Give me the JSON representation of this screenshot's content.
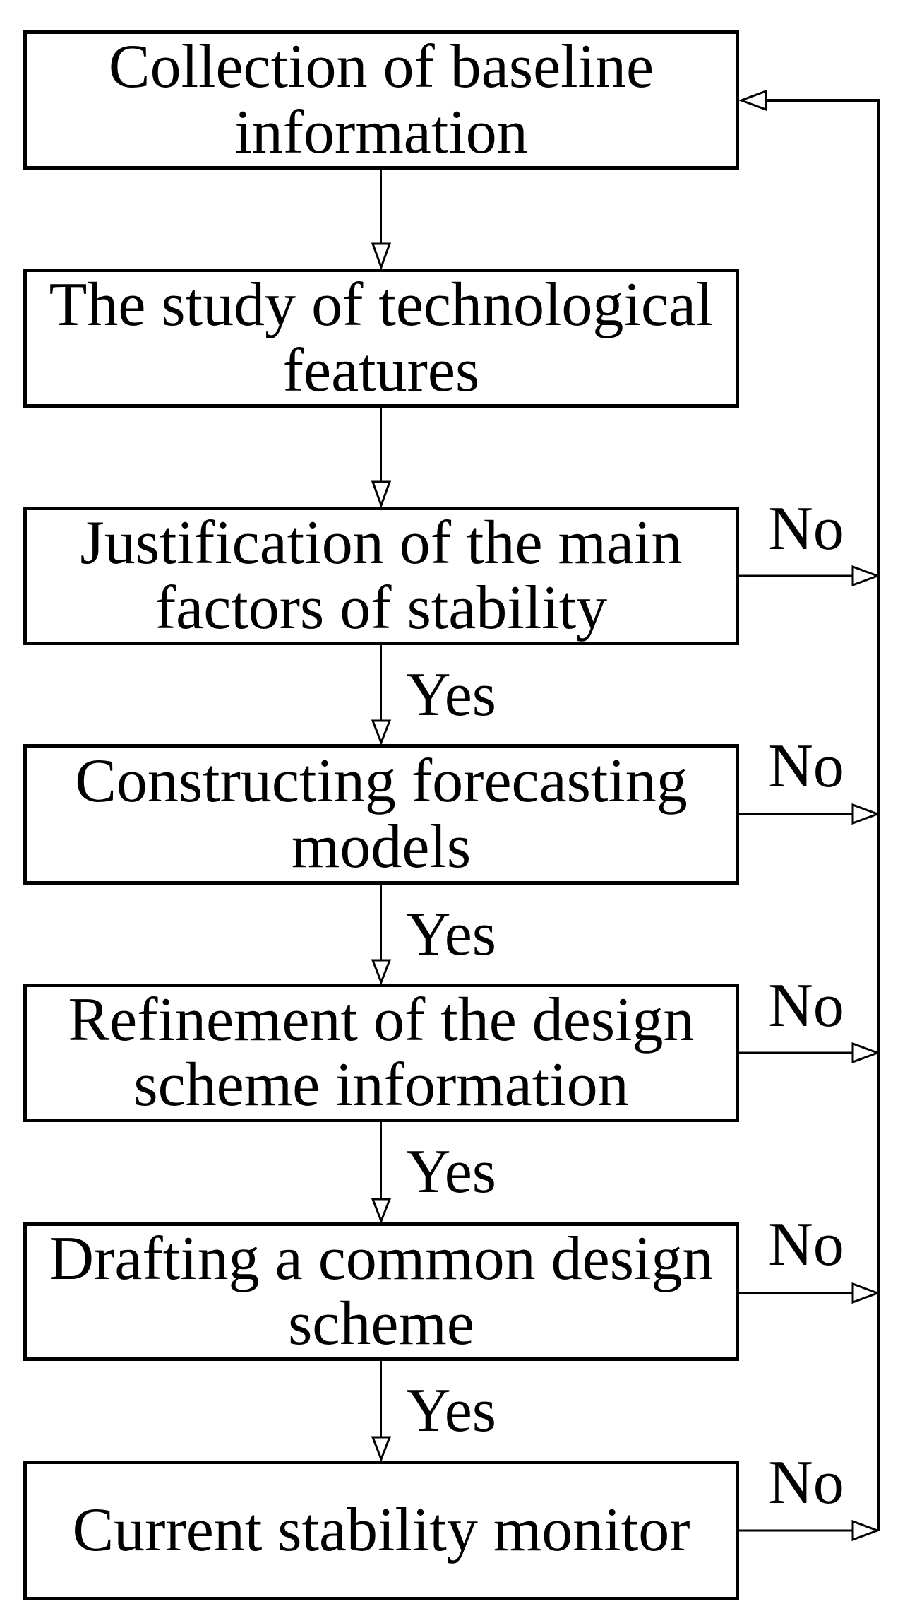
{
  "diagram": {
    "type": "flowchart",
    "colors": {
      "background": "#ffffff",
      "line": "#000000",
      "box_border": "#000000",
      "text": "#000000"
    },
    "labels": {
      "yes": "Yes",
      "no": "No"
    },
    "boxes": [
      {
        "id": "collection-baseline",
        "label": "Collection of baseline information"
      },
      {
        "id": "study-technological",
        "label": "The study of technological features"
      },
      {
        "id": "justification-stability",
        "label": "Justification of the main factors of stability"
      },
      {
        "id": "constructing-forecasting",
        "label": "Constructing forecasting models"
      },
      {
        "id": "refinement-design",
        "label": "Refinement of the design scheme information"
      },
      {
        "id": "drafting-scheme",
        "label": "Drafting a common design scheme"
      },
      {
        "id": "stability-monitor",
        "label": "Current stability monitor"
      }
    ],
    "edges": [
      {
        "from": "collection-baseline",
        "to": "study-technological",
        "label": ""
      },
      {
        "from": "study-technological",
        "to": "justification-stability",
        "label": ""
      },
      {
        "from": "justification-stability",
        "to": "constructing-forecasting",
        "label": "Yes"
      },
      {
        "from": "constructing-forecasting",
        "to": "refinement-design",
        "label": "Yes"
      },
      {
        "from": "refinement-design",
        "to": "drafting-scheme",
        "label": "Yes"
      },
      {
        "from": "drafting-scheme",
        "to": "stability-monitor",
        "label": "Yes"
      },
      {
        "from": "justification-stability",
        "to": "collection-baseline",
        "label": "No"
      },
      {
        "from": "constructing-forecasting",
        "to": "collection-baseline",
        "label": "No"
      },
      {
        "from": "refinement-design",
        "to": "collection-baseline",
        "label": "No"
      },
      {
        "from": "drafting-scheme",
        "to": "collection-baseline",
        "label": "No"
      },
      {
        "from": "stability-monitor",
        "to": "collection-baseline",
        "label": "No"
      }
    ]
  }
}
